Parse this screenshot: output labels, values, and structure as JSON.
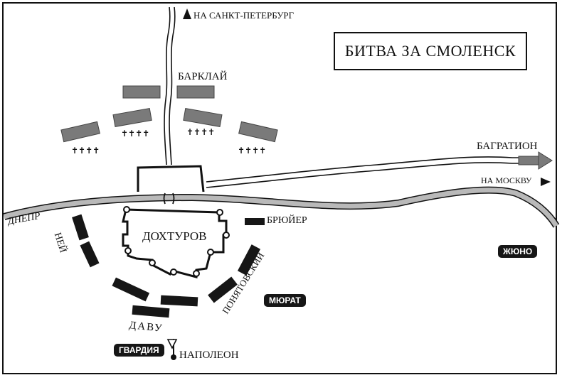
{
  "title": "БИТВА ЗА СМОЛЕНСК",
  "labels": {
    "north_road": "НА САНКТ-ПЕТЕРБУРГ",
    "barclay": "БАРКЛАЙ",
    "bagration": "БАГРАТИОН",
    "moscow_road": "НА МОСКВУ",
    "dnieper": "ДНЕПР",
    "dokhturov": "ДОХТУРОВ",
    "bruyer": "БРЮЙЕР",
    "ney": "НЕЙ",
    "poniatowski": "ПОНЯТОВСКИЙ",
    "murat": "МЮРАТ",
    "junot": "ЖЮНО",
    "davout": "ДАВУ",
    "guard": "ГВАРДИЯ",
    "napoleon": "НАПОЛЕОН"
  },
  "colors": {
    "russian_units": "#7a7a7a",
    "french_units": "#161616",
    "river": "#b9b9b9",
    "roads": "#111111"
  }
}
